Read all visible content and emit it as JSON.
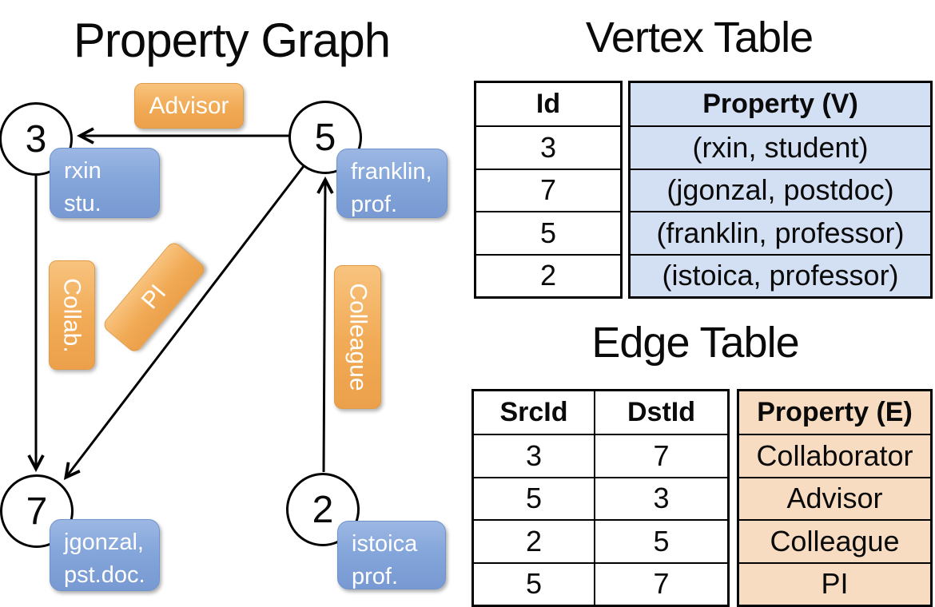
{
  "graph": {
    "title": "Property Graph",
    "vertices": [
      {
        "id": "3",
        "line1": "rxin",
        "line2": "stu."
      },
      {
        "id": "5",
        "line1": "franklin,",
        "line2": "prof."
      },
      {
        "id": "7",
        "line1": "jgonzal,",
        "line2": "pst.doc."
      },
      {
        "id": "2",
        "line1": "istoica",
        "line2": "prof."
      }
    ],
    "edge_labels": {
      "advisor": "Advisor",
      "collab": "Collab.",
      "pi": "PI",
      "colleague": "Colleague"
    }
  },
  "vertex_table": {
    "title": "Vertex Table",
    "columns": [
      "Id",
      "Property (V)"
    ],
    "rows": [
      {
        "id": "3",
        "property": "(rxin, student)"
      },
      {
        "id": "7",
        "property": "(jgonzal, postdoc)"
      },
      {
        "id": "5",
        "property": "(franklin, professor)"
      },
      {
        "id": "2",
        "property": "(istoica, professor)"
      }
    ]
  },
  "edge_table": {
    "title": "Edge Table",
    "columns": [
      "SrcId",
      "DstId",
      "Property (E)"
    ],
    "rows": [
      {
        "src": "3",
        "dst": "7",
        "property": "Collaborator"
      },
      {
        "src": "5",
        "dst": "3",
        "property": "Advisor"
      },
      {
        "src": "2",
        "dst": "5",
        "property": "Colleague"
      },
      {
        "src": "5",
        "dst": "7",
        "property": "PI"
      }
    ]
  },
  "colors": {
    "edge_label_fill": "#f1aa55",
    "vertex_label_fill": "#84a6da",
    "vertex_table_fill": "#d3dff2",
    "edge_table_fill": "#f7dcc1",
    "line": "#000000",
    "background": "#ffffff"
  }
}
